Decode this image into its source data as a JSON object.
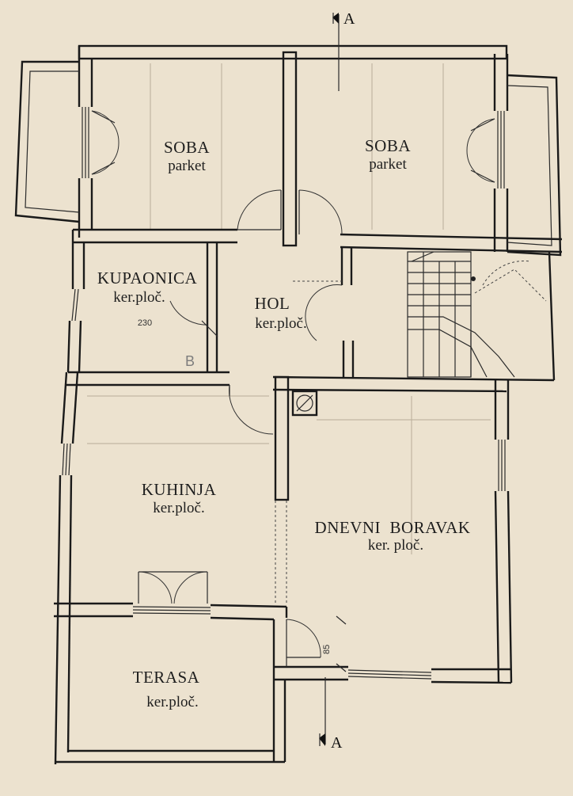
{
  "rooms": {
    "soba_left": {
      "name": "SOBA",
      "floor": "parket"
    },
    "soba_right": {
      "name": "SOBA",
      "floor": "parket"
    },
    "kupaonica": {
      "name": "KUPAONICA",
      "floor": "ker.ploč.",
      "note": "230",
      "mark": "B"
    },
    "hol": {
      "name": "HOL",
      "floor": "ker.ploč."
    },
    "kuhinja": {
      "name": "KUHINJA",
      "floor": "ker.ploč."
    },
    "dnevni": {
      "name": "DNEVNI  BORAVAK",
      "floor": "ker. ploč."
    },
    "terasa": {
      "name": "TERASA",
      "floor": "ker.ploč."
    }
  },
  "section": {
    "top_label": "A",
    "bottom_label": "A",
    "dimension": "85"
  },
  "colors": {
    "paper": "#ece2cf",
    "ink": "#1a1a1a"
  }
}
